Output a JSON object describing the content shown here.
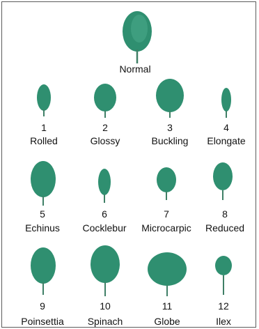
{
  "palette": {
    "leaf": "#2f8f70",
    "leaf_light": "#4aa888",
    "stem": "#3f7f66"
  },
  "normal": {
    "label": "Normal"
  },
  "mutants": [
    {
      "number": "1",
      "name": "Rolled"
    },
    {
      "number": "2",
      "name": "Glossy"
    },
    {
      "number": "3",
      "name": "Buckling"
    },
    {
      "number": "4",
      "name": "Elongate"
    },
    {
      "number": "5",
      "name": "Echinus"
    },
    {
      "number": "6",
      "name": "Cocklebur"
    },
    {
      "number": "7",
      "name": "Microcarpic"
    },
    {
      "number": "8",
      "name": "Reduced"
    },
    {
      "number": "9",
      "name": "Poinsettia"
    },
    {
      "number": "10",
      "name": "Spinach"
    },
    {
      "number": "11",
      "name": "Globe"
    },
    {
      "number": "12",
      "name": "Ilex"
    }
  ]
}
